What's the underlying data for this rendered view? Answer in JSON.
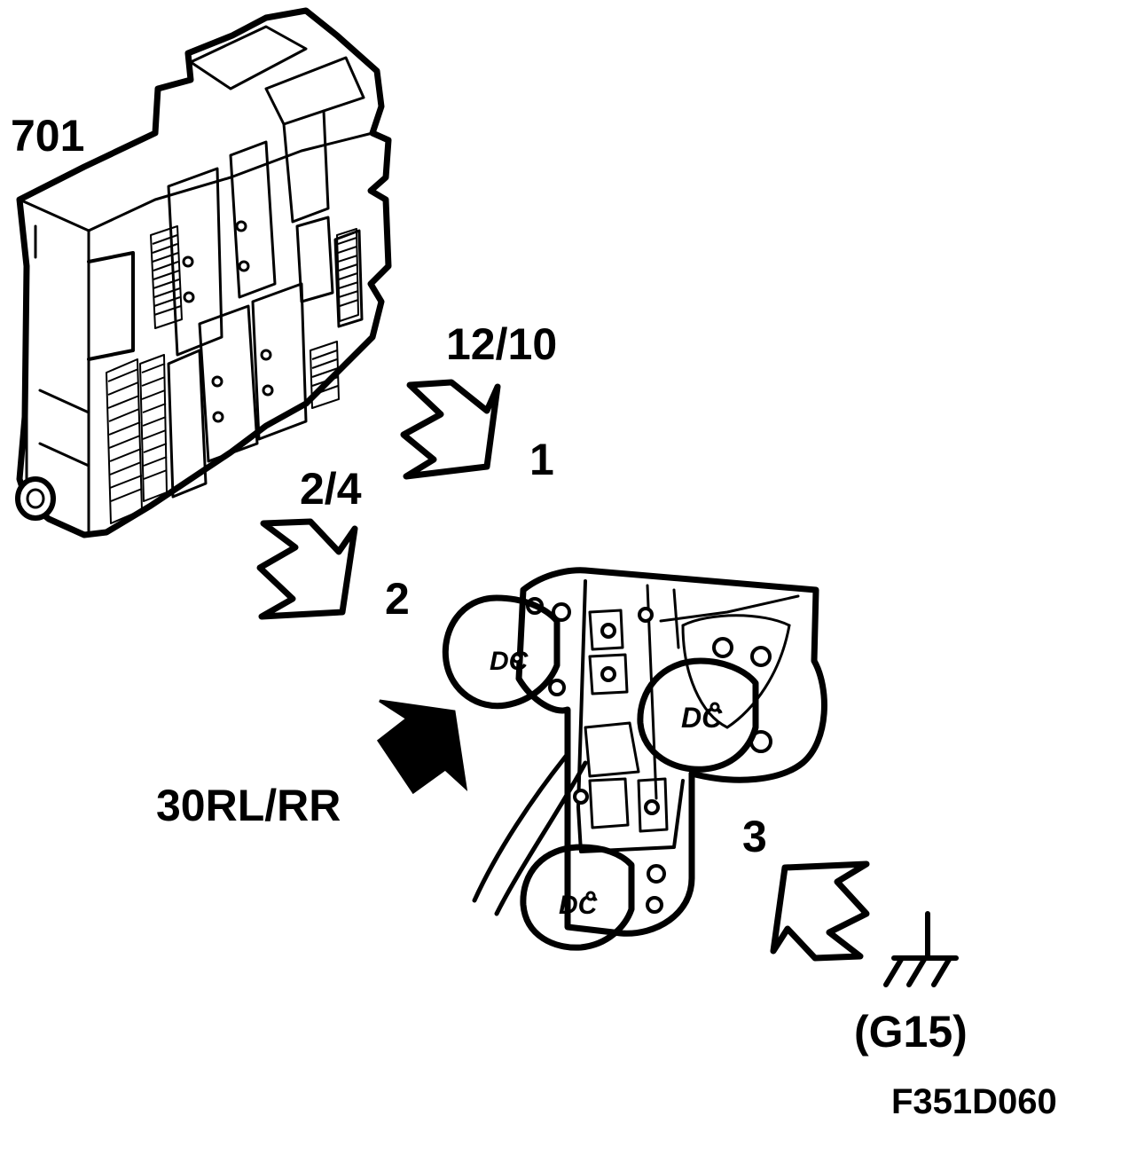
{
  "labels": {
    "control_unit": "701",
    "pins_top": "12/10",
    "arrow_1": "1",
    "pins_mid": "2/4",
    "arrow_2": "2",
    "supply": "30RL/RR",
    "arrow_3": "3",
    "ground_point": "(G15)",
    "figure_code": "F351D060"
  },
  "bulb_marking": "DC",
  "colors": {
    "ink": "#000000",
    "paper": "#ffffff"
  }
}
